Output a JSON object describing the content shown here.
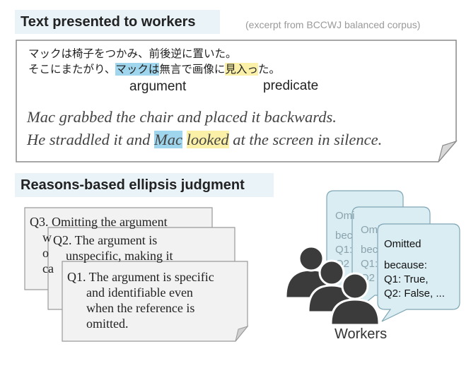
{
  "section1": {
    "title": "Text presented to workers",
    "source_note": "(excerpt from BCCWJ balanced corpus)"
  },
  "japanese": {
    "line1": "マックは椅子をつかみ、前後逆に置いた。",
    "line2_pre": "そこにまたがり、",
    "line2_arg": "マックは",
    "line2_mid": "無言で画像に",
    "line2_pred": "見入っ",
    "line2_post": "た。",
    "argument_label": "argument",
    "predicate_label": "predicate"
  },
  "english": {
    "line1": "Mac grabbed the chair and placed it backwards.",
    "line2_pre": "He straddled it and ",
    "line2_arg": "Mac",
    "line2_mid": " ",
    "line2_pred": "looked",
    "line2_post": " at the screen in silence."
  },
  "section2": {
    "title": "Reasons-based ellipsis judgment"
  },
  "questions": {
    "q3": "Q3. Omitting the argument\n    w\n    o\n    ca",
    "q2": "Q2. The argument is\n    unspecific, making it",
    "q1": "Q1. The argument is specific\n      and identifiable even\n      when the reference is\n      omitted."
  },
  "bubbles": {
    "back": [
      "Omi",
      "bec",
      "Q1:",
      "Q2"
    ],
    "middle": [
      "Omi",
      "bec",
      "Q1:",
      "Q2"
    ],
    "front": [
      "Omitted",
      "because:",
      "Q1: True,",
      "Q2: False, ..."
    ]
  },
  "workers_label": "Workers",
  "colors": {
    "argument_highlight": "#9fd6ee",
    "predicate_highlight": "#fbf0a8",
    "section_title_bg": "#e9f3f8",
    "bubble_fill": "#daedf3",
    "worker_icon": "#3b3b3b"
  }
}
